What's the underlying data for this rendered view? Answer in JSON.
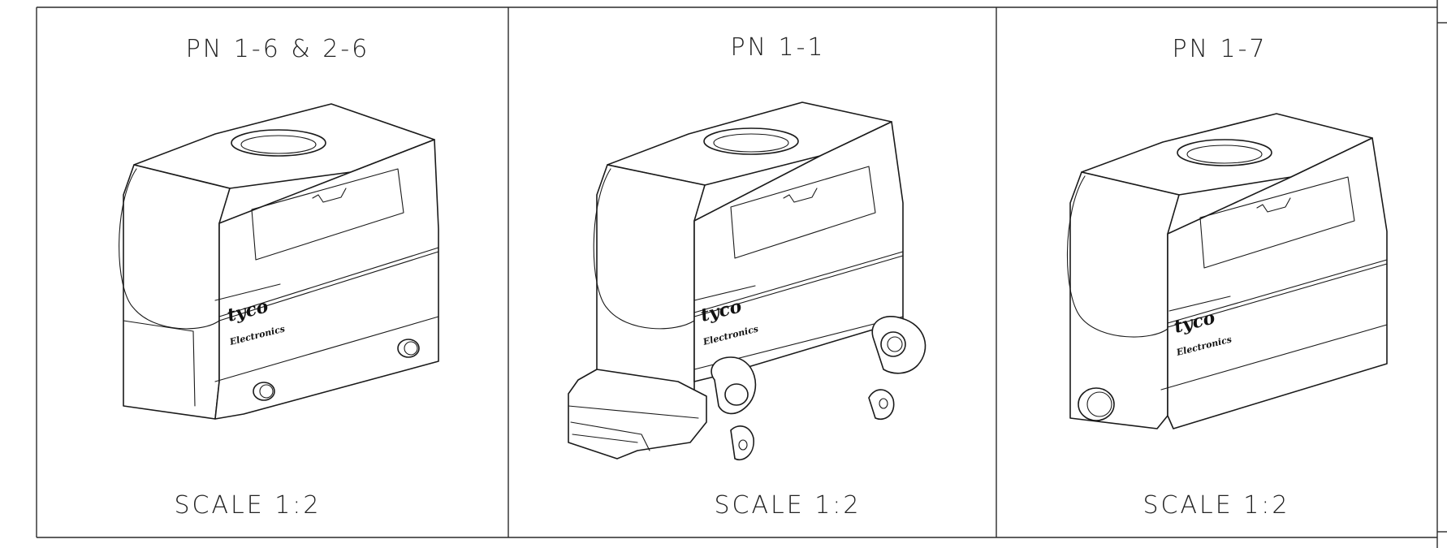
{
  "panels": [
    {
      "title": "PN 1-6 & 2-6",
      "scale": "SCALE 1:2",
      "logo_line1": "tyco",
      "logo_line2": "Electronics"
    },
    {
      "title": "PN 1-1",
      "scale": "SCALE 1:2",
      "logo_line1": "tyco",
      "logo_line2": "Electronics"
    },
    {
      "title": "PN 1-7",
      "scale": "SCALE 1:2",
      "logo_line1": "tyco",
      "logo_line2": "Electronics"
    }
  ]
}
